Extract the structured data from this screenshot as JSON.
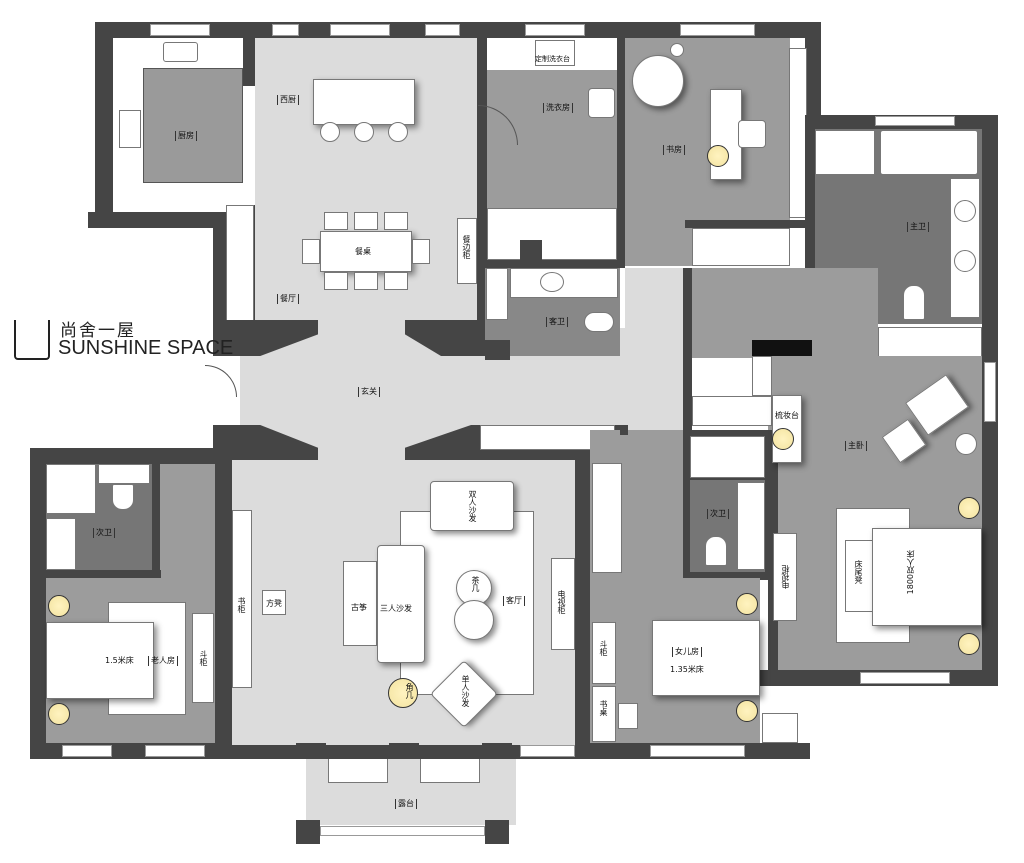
{
  "logo": {
    "cn": "尚舍一屋",
    "en": "SUNSHINE SPACE"
  },
  "rooms": {
    "kitchen": "厨房",
    "western_kitchen": "西厨",
    "dining_table": "餐桌",
    "sideboard": "餐边柜",
    "dining": "餐厅",
    "laundry": "洗衣房",
    "laundry_counter": "定制洗衣台",
    "study": "书房",
    "guest_bath": "客卫",
    "master_bath": "主卫",
    "vanity": "梳妆台",
    "master_bedroom": "主卧",
    "foyer": "玄关",
    "second_bath": "次卫",
    "second_bath_2": "次卫",
    "elder_room": "老人房",
    "bed_15": "1.5米床",
    "chest_1": "斗柜",
    "chest_2": "斗柜",
    "bookcase": "书柜",
    "square_stool": "方凳",
    "guzheng": "古筝",
    "sofa_3": "三人沙发",
    "sofa_2": "双人沙发",
    "coffee_table": "茶几",
    "living": "客厅",
    "tv_cabinet_1": "电视柜",
    "tv_cabinet_2": "电视柜",
    "armchair": "单人沙发",
    "side_table": "角几",
    "daughter_room": "女儿房",
    "bed_135": "1.35米床",
    "desk": "书桌",
    "bench": "床尾凳",
    "bed_1800": "1800双人床",
    "terrace": "露台"
  },
  "colors": {
    "wall": "#454545",
    "floor_light": "#dcdcdc",
    "floor_room": "#9c9c9c",
    "floor_bath": "#767676"
  }
}
